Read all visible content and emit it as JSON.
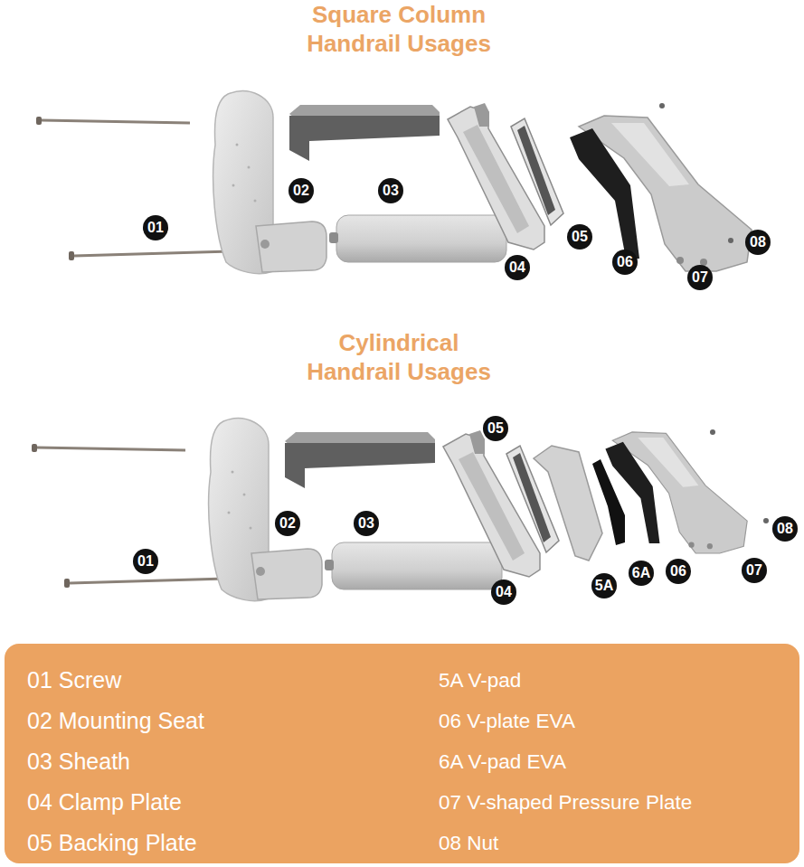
{
  "diagram": {
    "title": "Square Column Handrail Usages",
    "nodes": [
      {
        "text": [
          "01 Screw",
          "02 Mounting Seat",
          "03 Sheath",
          "04 Clamp Plate",
          "05 Backing Plate",
          "5A V-pad",
          "06 V-plate EVA",
          "6A V-pad EVA",
          "07 V-shaped Pressure Plate",
          "08 Nut"
        ]
      }
    ],
    "labels": [
      "01",
      "02",
      "03",
      "04",
      "05",
      "06",
      "07",
      "08",
      "Cylindrical Handrail Usages",
      "05",
      "02",
      "03",
      "01",
      "04",
      "5A",
      "6A",
      "06",
      "07",
      "08"
    ]
  }
}
